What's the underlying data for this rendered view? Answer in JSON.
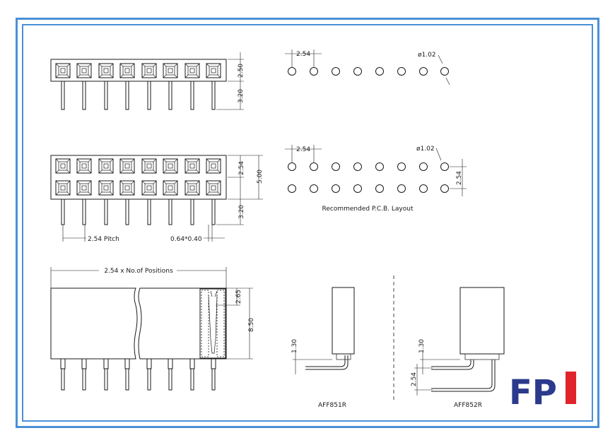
{
  "dims": {
    "top_height": "2.50",
    "top_pin": "3.20",
    "dual_row": "2.54",
    "dual_total": "5.00",
    "dual_pin": "3.20",
    "pitch": "2.54 Pitch",
    "pin_size": "0.64*0.40",
    "length": "2.54 x No.of Positions",
    "side_a": "2.65",
    "side_b": "8.50"
  },
  "pcb": {
    "single_pitch": "2.54",
    "single_hole": "ø1.02",
    "dual_pitch": "2.54",
    "dual_hole": "ø1.02",
    "dual_row": "2.54",
    "caption": "Recommended P.C.B. Layout"
  },
  "variants": {
    "a_dim": "1.30",
    "a_label": "AFF851R",
    "b_dim_1": "1.30",
    "b_dim_2": "2.54",
    "b_label": "AFF852R"
  },
  "logo": {
    "text": "FP",
    "colors": {
      "primary": "#2b3a8c",
      "accent": "#e0242b"
    }
  },
  "colors": {
    "frame": "#4a90d6"
  }
}
